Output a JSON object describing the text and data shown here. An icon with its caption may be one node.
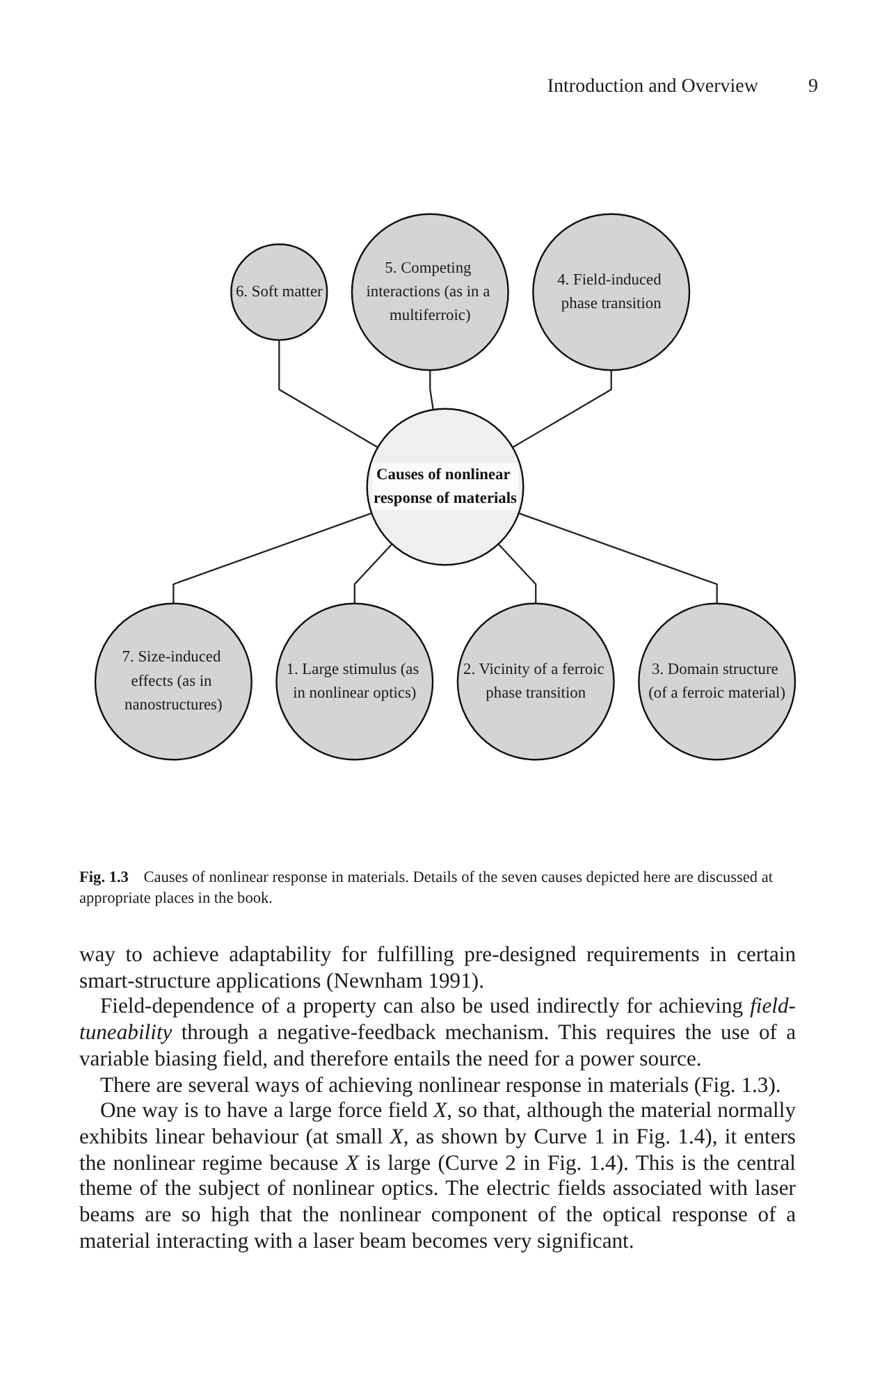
{
  "diagram": {
    "caption": "**Fig. 1.3** Causes of nonlinear response in materials. Details of the seven causes depicted here are discussed at appropriate places in the book.",
    "nodes": [
      {
        "text": [
          "5. Competing interactions (as in a multiferroic)"
        ]
      },
      {
        "text": [
          "6. Soft matter"
        ]
      },
      {
        "text": [
          "4. Field-induced phase transition"
        ]
      },
      {
        "text": [
          "Causes of nonlinear response of materials"
        ]
      },
      {
        "text": [
          "7. Size-induced effects (as in nanostructures)"
        ]
      },
      {
        "text": [
          "3. Domain structure (of a ferroic material)"
        ]
      },
      {
        "text": [
          "1. Large stimulus (as in nonlinear optics)"
        ]
      },
      {
        "text": [
          "2. Vicinity of a ferroic phase transition"
        ]
      }
    ],
    "edges": [
      {
        "from": 1,
        "to": 3,
        "arrow": "none"
      },
      {
        "from": 0,
        "to": 3,
        "arrow": "none"
      },
      {
        "from": 2,
        "to": 3,
        "arrow": "none"
      },
      {
        "from": 3,
        "to": 4,
        "arrow": "none"
      },
      {
        "from": 3,
        "to": 6,
        "arrow": "none"
      },
      {
        "from": 3,
        "to": 7,
        "arrow": "none"
      },
      {
        "from": 3,
        "to": 5,
        "arrow": "none"
      }
    ],
    "labels": [
      "Introduction and Overview",
      "9",
      "way to achieve adaptability for fulfilling pre-designed requirements in certain smart-structure applications (Newnham 1991).",
      "Field-dependence of a property can also be used indirectly for achieving *field-tuneability* through a negative-feedback mechanism. This requires the use of a variable biasing field, and therefore entails the need for a power source.",
      "There are several ways of achieving nonlinear response in materials (Fig. 1.3).",
      "One way is to have a large force field *X*, so that, although the material normally exhibits linear behaviour (at small *X*, as shown by Curve 1 in Fig. 1.4), it enters the nonlinear regime because *X* is large (Curve 2 in Fig. 1.4). This is the central theme of the subject of nonlinear optics. The electric fields associated with laser beams are so high that the nonlinear component of the optical response of a material interacting with a laser beam becomes very significant."
    ]
  }
}
